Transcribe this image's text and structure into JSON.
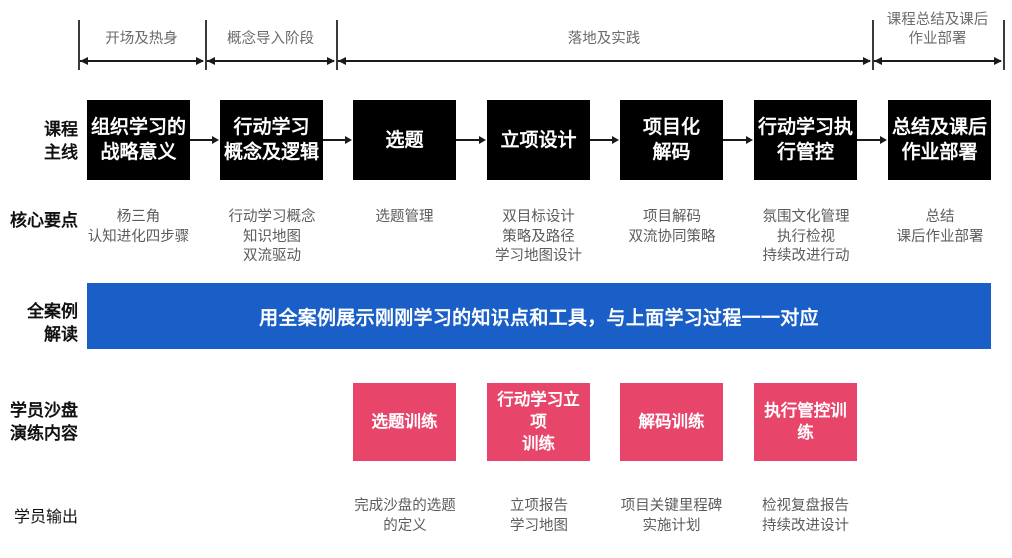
{
  "phases": [
    {
      "label": "开场及热身"
    },
    {
      "label": "概念导入阶段"
    },
    {
      "label": "落地及实践"
    },
    {
      "label": "课程总结及课后\n作业部署"
    }
  ],
  "rows": {
    "main_line": {
      "label": "课程\n主线"
    },
    "key_points": {
      "label": "核心要点"
    },
    "case_study": {
      "label": "全案例\n解读"
    },
    "sandbox": {
      "label": "学员沙盘\n演练内容"
    },
    "output": {
      "label": "学员输出"
    }
  },
  "main_boxes": [
    {
      "text": "组织学习的\n战略意义"
    },
    {
      "text": "行动学习\n概念及逻辑"
    },
    {
      "text": "选题"
    },
    {
      "text": "立项设计"
    },
    {
      "text": "项目化\n解码"
    },
    {
      "text": "行动学习执\n行管控"
    },
    {
      "text": "总结及课后\n作业部署"
    }
  ],
  "key_points": [
    "杨三角\n认知进化四步骤",
    "行动学习概念\n知识地图\n双流驱动",
    "选题管理",
    "双目标设计\n策略及路径\n学习地图设计",
    "项目解码\n双流协同策略",
    "氛围文化管理\n执行检视\n持续改进行动",
    "总结\n课后作业部署"
  ],
  "case_study_bar": {
    "text": "用全案例展示刚刚学习的知识点和工具，与上面学习过程一一对应",
    "color": "#1a5fc8"
  },
  "sandbox_boxes": [
    {
      "text": "选题训练",
      "column": 3
    },
    {
      "text": "行动学习立项\n训练",
      "column": 4
    },
    {
      "text": "解码训练",
      "column": 5
    },
    {
      "text": "执行管控训练",
      "column": 6
    }
  ],
  "sandbox_color": "#e8456b",
  "outputs": [
    {
      "text": "完成沙盘的选题\n的定义",
      "column": 3
    },
    {
      "text": "立项报告\n学习地图",
      "column": 4
    },
    {
      "text": "项目关键里程碑\n实施计划",
      "column": 5
    },
    {
      "text": "检视复盘报告\n持续改进设计",
      "column": 6
    }
  ]
}
